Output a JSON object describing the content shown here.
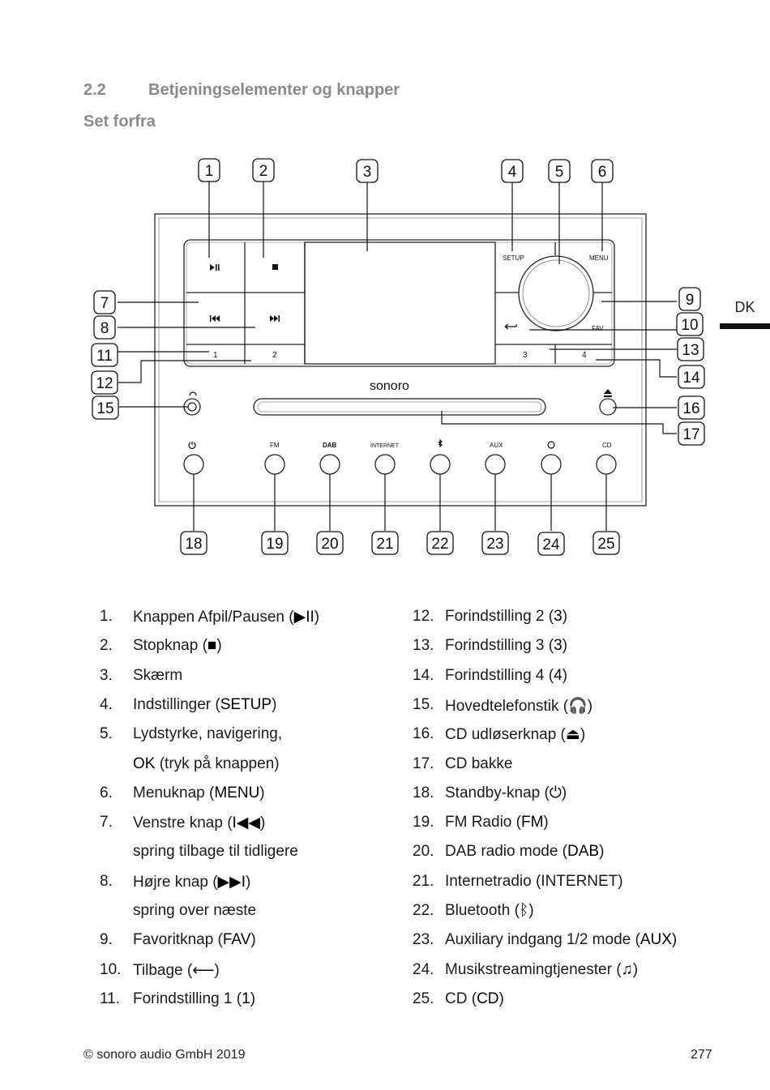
{
  "section": {
    "number": "2.2",
    "title": "Betjeningselementer og knapper",
    "subtitle": "Set forfra"
  },
  "language_tab": "DK",
  "diagram": {
    "callouts": [
      "1",
      "2",
      "3",
      "4",
      "5",
      "6",
      "7",
      "8",
      "9",
      "10",
      "11",
      "12",
      "13",
      "14",
      "15",
      "16",
      "17",
      "18",
      "19",
      "20",
      "21",
      "22",
      "23",
      "24",
      "25"
    ],
    "device_labels": {
      "setup": "SETUP",
      "menu": "MENU",
      "fav": "FAV",
      "preset1": "1",
      "preset2": "2",
      "preset3": "3",
      "preset4": "4",
      "brand": "sonoro",
      "fm": "FM",
      "dab": "DAB",
      "internet": "INTERNET",
      "aux": "AUX",
      "cd": "CD"
    }
  },
  "list_left": [
    {
      "n": "1.",
      "text": "Knappen Afpil/Pausen (",
      "key": "▶II",
      "end": ")"
    },
    {
      "n": "2.",
      "text": "Stopknap  (",
      "key": "■",
      "end": ")"
    },
    {
      "n": "3.",
      "text": "Skærm",
      "key": "",
      "end": ""
    },
    {
      "n": "4.",
      "text": "Indstillinger (",
      "key": "SETUP",
      "end": ")"
    },
    {
      "n": "5.",
      "text": "Lydstyrke, navigering,",
      "key": "",
      "end": ""
    },
    {
      "n": "",
      "text": "",
      "key": "OK",
      "end": " (tryk på knappen)"
    },
    {
      "n": "6.",
      "text": "Menuknap (",
      "key": "MENU",
      "end": ")"
    },
    {
      "n": "7.",
      "text": "Venstre knap  (",
      "key": "I◀◀",
      "end": ")"
    },
    {
      "n": "",
      "text": "spring tilbage til tidligere",
      "key": "",
      "end": ""
    },
    {
      "n": "8.",
      "text": "Højre knap  (",
      "key": "▶▶I",
      "end": ")"
    },
    {
      "n": "",
      "text": "spring over næste",
      "key": "",
      "end": ""
    },
    {
      "n": "9.",
      "text": "Favoritknap  (",
      "key": "FAV",
      "end": ")"
    },
    {
      "n": "10.",
      "text": "Tilbage  (",
      "key": "⟵",
      "end": ")"
    },
    {
      "n": "11.",
      "text": "Forindstilling 1 (",
      "key": "1",
      "end": ")"
    }
  ],
  "list_right": [
    {
      "n": "12.",
      "text": "Forindstilling 2 (",
      "key": "3",
      "end": ")"
    },
    {
      "n": "13.",
      "text": "Forindstilling 3 (",
      "key": "3",
      "end": ")"
    },
    {
      "n": "14.",
      "text": "Forindstilling 4 (",
      "key": "4",
      "end": ")"
    },
    {
      "n": "15.",
      "text": "Hovedtelefonstik (",
      "key": "🎧",
      "end": ")"
    },
    {
      "n": "16.",
      "text": "CD udløserknap (",
      "key": "⏏",
      "end": ")"
    },
    {
      "n": "17.",
      "text": "CD bakke",
      "key": "",
      "end": ""
    },
    {
      "n": "18.",
      "text": "Standby-knap (",
      "key": "⏻",
      "end": ")"
    },
    {
      "n": "19.",
      "text": "FM Radio  (",
      "key": "FM",
      "end": ")"
    },
    {
      "n": "20.",
      "text": "DAB radio mode (",
      "key": "DAB",
      "end": ")"
    },
    {
      "n": "21.",
      "text": "Internetradio  (INTERNET)",
      "key": "",
      "end": ""
    },
    {
      "n": "22.",
      "text": "Bluetooth  (",
      "key": "ᛒ",
      "end": ")"
    },
    {
      "n": "23.",
      "text": "Auxiliary indgang 1/2 mode (",
      "key": "AUX",
      "end": ")"
    },
    {
      "n": "24.",
      "text": "Musikstreamingtjenester (",
      "key": "♫",
      "end": ")"
    },
    {
      "n": "25.",
      "text": "CD (",
      "key": "CD",
      "end": ")"
    }
  ],
  "footer": {
    "copyright": "© sonoro audio GmbH 2019",
    "page": "277"
  }
}
